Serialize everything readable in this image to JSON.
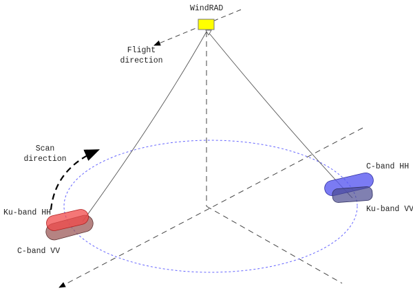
{
  "labels": {
    "instrument": "WindRAD",
    "flight_direction": [
      "Flight",
      "direction"
    ],
    "scan_direction": [
      "Scan",
      "direction"
    ],
    "ku_band_hh": "Ku-band HH",
    "c_band_vv": "C-band VV",
    "c_band_hh": "C-band HH",
    "ku_band_vv": "Ku-band VV"
  },
  "colors": {
    "instrument": "#ffff00",
    "ku_hh": "#f04a4a",
    "c_vv": "#9c5a58",
    "c_hh": "#5a5af0",
    "ku_vv": "#4a4a90",
    "scan_circle": "#6464ff"
  }
}
